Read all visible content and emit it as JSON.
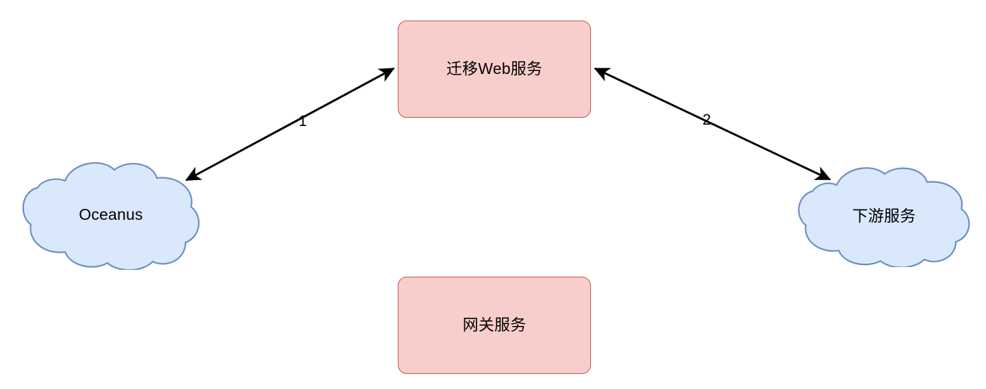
{
  "diagram": {
    "title": "",
    "nodes": [
      {
        "id": "web-service",
        "label": "迁移Web服务",
        "shape": "rounded-rectangle",
        "fill": "#f8cecc",
        "stroke": "#b85450"
      },
      {
        "id": "gateway",
        "label": "网关服务",
        "shape": "rounded-rectangle",
        "fill": "#f8cecc",
        "stroke": "#b85450"
      },
      {
        "id": "oceanus",
        "label": "Oceanus",
        "shape": "cloud",
        "fill": "#dae8fc",
        "stroke": "#6c8ebf"
      },
      {
        "id": "downstream",
        "label": "下游服务",
        "shape": "cloud",
        "fill": "#dae8fc",
        "stroke": "#6c8ebf"
      }
    ],
    "edges": [
      {
        "id": "edge-1",
        "label": "1",
        "from": "oceanus",
        "to": "web-service",
        "arrows": "both",
        "color": "#000000"
      },
      {
        "id": "edge-2",
        "label": "2",
        "from": "web-service",
        "to": "downstream",
        "arrows": "both",
        "color": "#000000"
      }
    ]
  }
}
